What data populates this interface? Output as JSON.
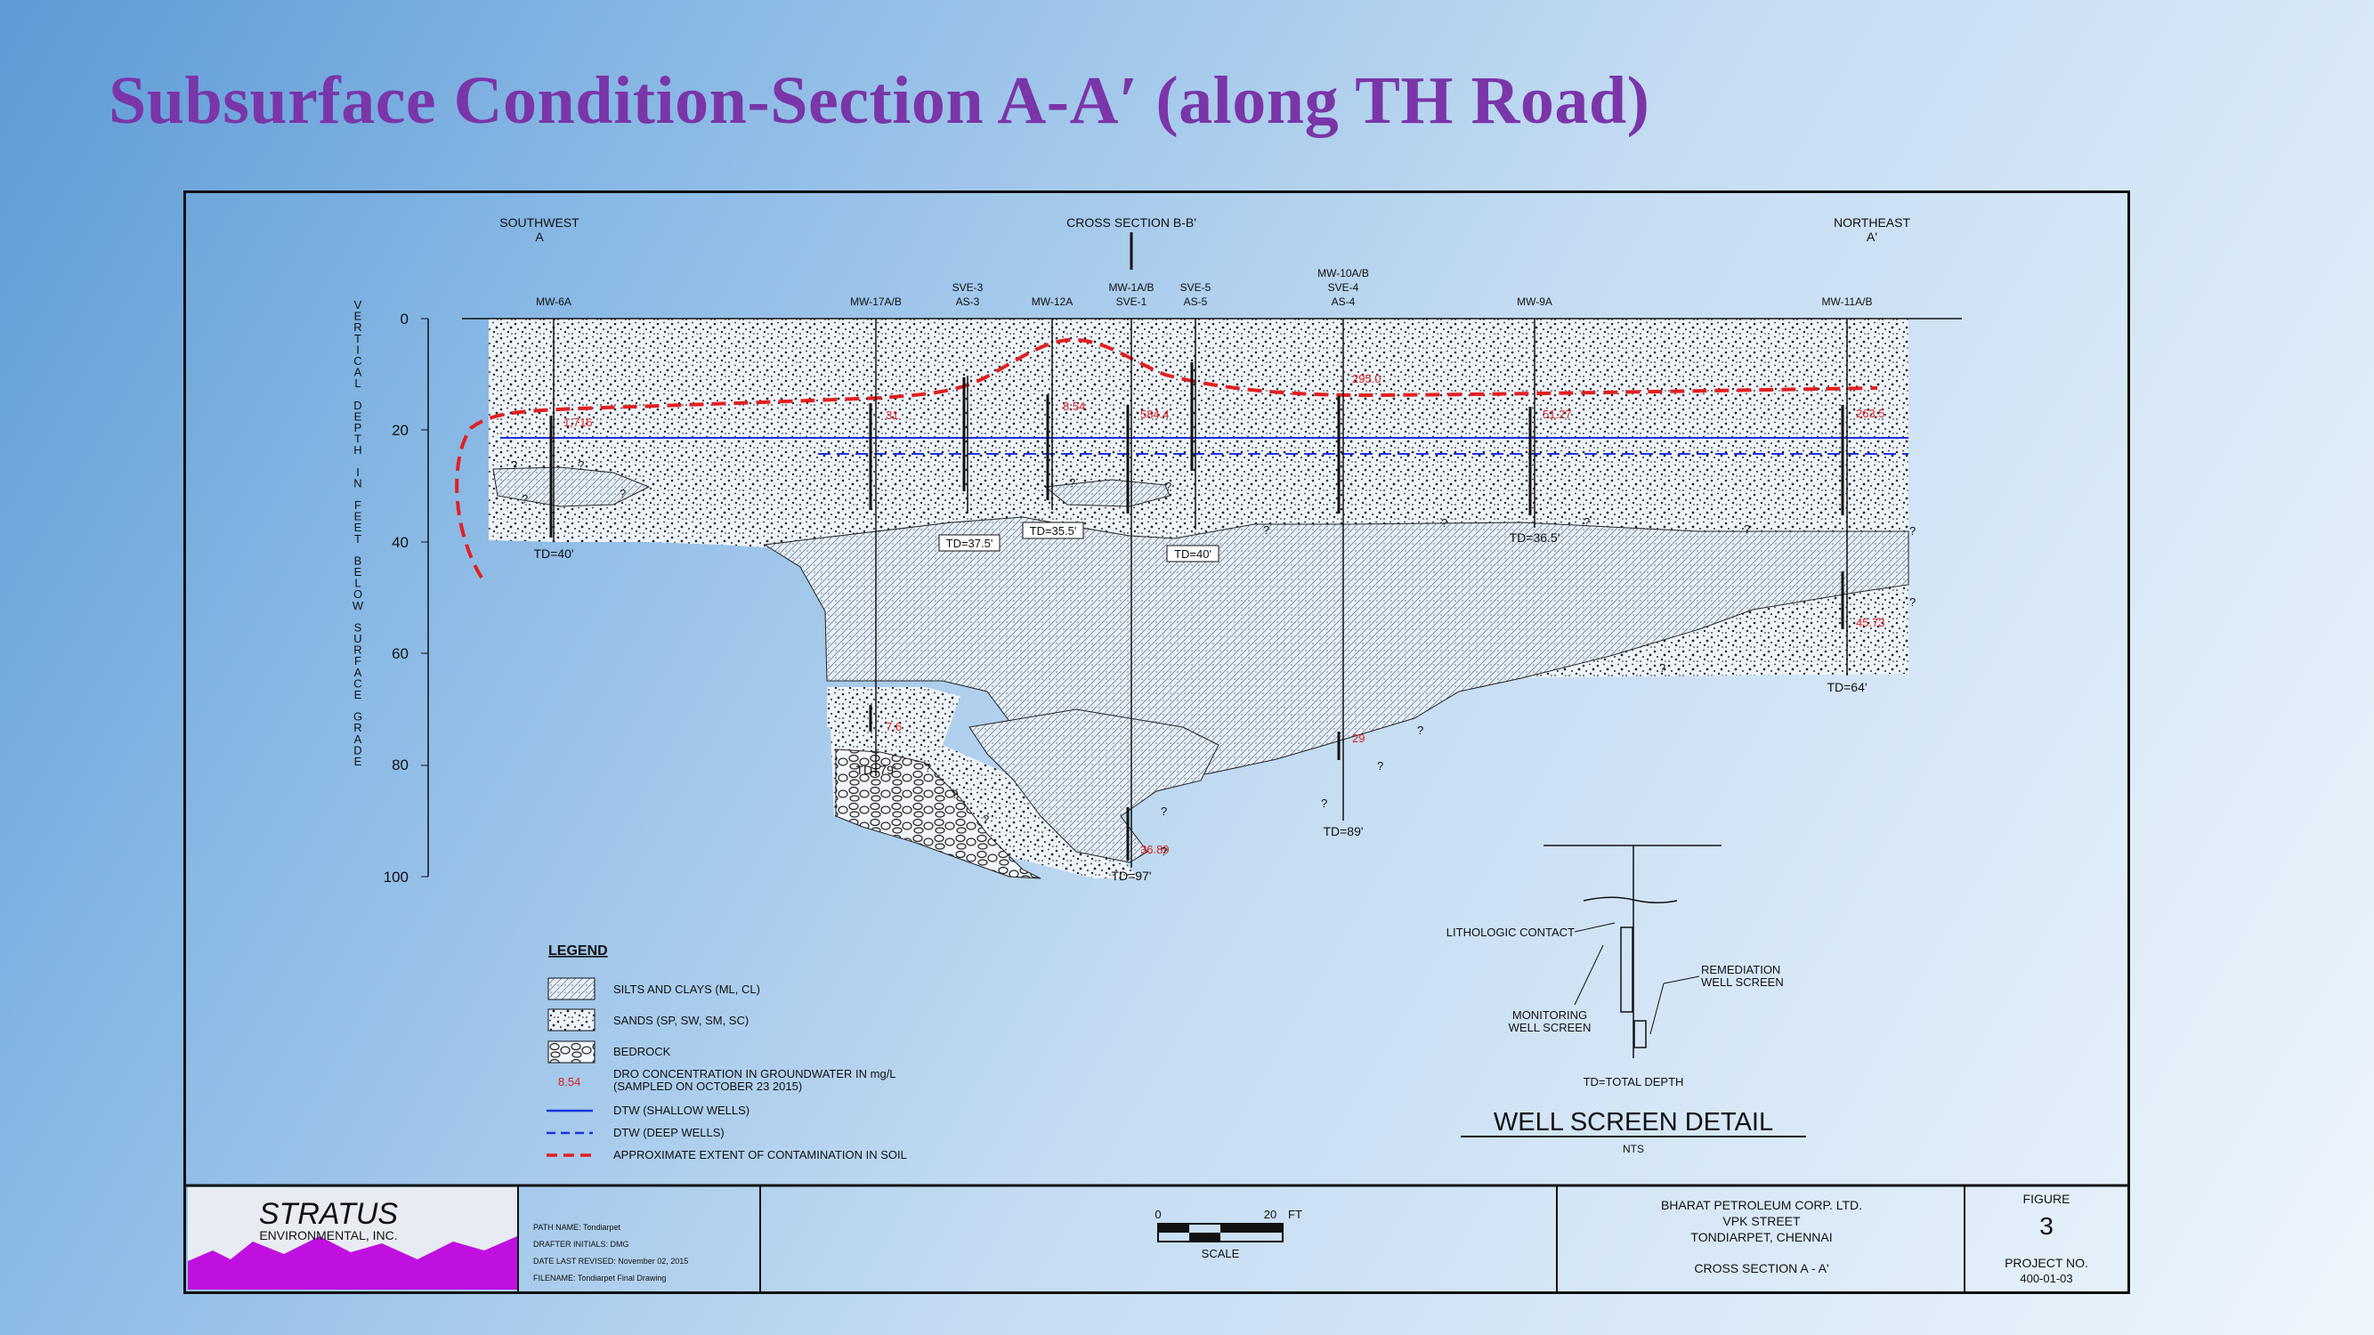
{
  "slide": {
    "title": "Subsurface Condition-Section A-A′ (along TH Road)"
  },
  "section": {
    "southwest": [
      "SOUTHWEST",
      "A"
    ],
    "northeast": [
      "NORTHEAST",
      "A'"
    ],
    "cross_section": "CROSS SECTION B-B'",
    "axis_label": "VERTICAL DEPTH IN FEET BELOW SURFACE GRADE",
    "depth_ticks": [
      "0",
      "20",
      "40",
      "60",
      "80",
      "100"
    ],
    "depth_range": [
      0,
      100
    ],
    "unknown_marker": "?"
  },
  "wells": [
    {
      "labels": [
        "MW-6A"
      ],
      "td": "TD=40'",
      "conc": "1,716"
    },
    {
      "labels": [
        "MW-17A/B"
      ],
      "td": "TD=79'",
      "conc": "31",
      "conc_deep": "7.6"
    },
    {
      "labels": [
        "SVE-3",
        "AS-3"
      ],
      "td": "TD=37.5'",
      "conc": ""
    },
    {
      "labels": [
        "MW-12A"
      ],
      "td": "TD=35.5'",
      "conc": "8.54"
    },
    {
      "labels": [
        "MW-1A/B",
        "SVE-1"
      ],
      "td": "TD=97'",
      "conc": "584.4",
      "conc_deep": "36.89"
    },
    {
      "labels": [
        "SVE-5",
        "AS-5"
      ],
      "td": "TD=40'",
      "conc": ""
    },
    {
      "labels": [
        "MW-10A/B",
        "SVE-4",
        "AS-4"
      ],
      "td": "TD=89'",
      "conc": "295.0",
      "conc_deep": "29"
    },
    {
      "labels": [
        "MW-9A"
      ],
      "td": "TD=36.5'",
      "conc": "51.27"
    },
    {
      "labels": [
        "MW-11A/B"
      ],
      "td": "TD=64'",
      "conc": "263.5",
      "conc_deep": "45.73"
    }
  ],
  "legend": {
    "title": "LEGEND",
    "items": [
      {
        "label": "SILTS AND CLAYS (ML, CL)"
      },
      {
        "label": "SANDS (SP, SW, SM, SC)"
      },
      {
        "label": "BEDROCK"
      },
      {
        "sample": "8.54",
        "label": "DRO CONCENTRATION IN GROUNDWATER IN mg/L",
        "label2": "(SAMPLED ON OCTOBER 23 2015)"
      },
      {
        "label": "DTW (SHALLOW WELLS)"
      },
      {
        "label": "DTW (DEEP WELLS)"
      },
      {
        "label": "APPROXIMATE EXTENT OF CONTAMINATION IN SOIL"
      }
    ]
  },
  "colors": {
    "shallow_dtw": "#1a33e0",
    "deep_dtw": "#1a33e0",
    "contamination": "#e02020",
    "logo": "#c010e0"
  },
  "well_detail": {
    "title": "WELL SCREEN DETAIL",
    "subtitle": "NTS",
    "lithologic": "LITHOLOGIC CONTACT",
    "remediation": [
      "REMEDIATION",
      "WELL SCREEN"
    ],
    "monitoring": [
      "MONITORING",
      "WELL SCREEN"
    ],
    "td": "TD=TOTAL DEPTH"
  },
  "title_block": {
    "company": "STRATUS",
    "company_sub": "ENVIRONMENTAL, INC.",
    "path_name": "PATH NAME: Tondiarpet",
    "drafter": "DRAFTER INITIALS: DMG",
    "revised": "DATE LAST REVISED: November 02, 2015",
    "filename": "FILENAME: Tondiarpet Final Drawing",
    "scale_label": "SCALE",
    "scale_0": "0",
    "scale_20": "20",
    "scale_unit": "FT",
    "client": [
      "BHARAT PETROLEUM CORP. LTD.",
      "VPK STREET",
      "TONDIARPET, CHENNAI"
    ],
    "drawing": "CROSS SECTION A - A'",
    "figure_label": "FIGURE",
    "figure_no": "3",
    "project_label": "PROJECT NO.",
    "project_no": "400-01-03"
  }
}
